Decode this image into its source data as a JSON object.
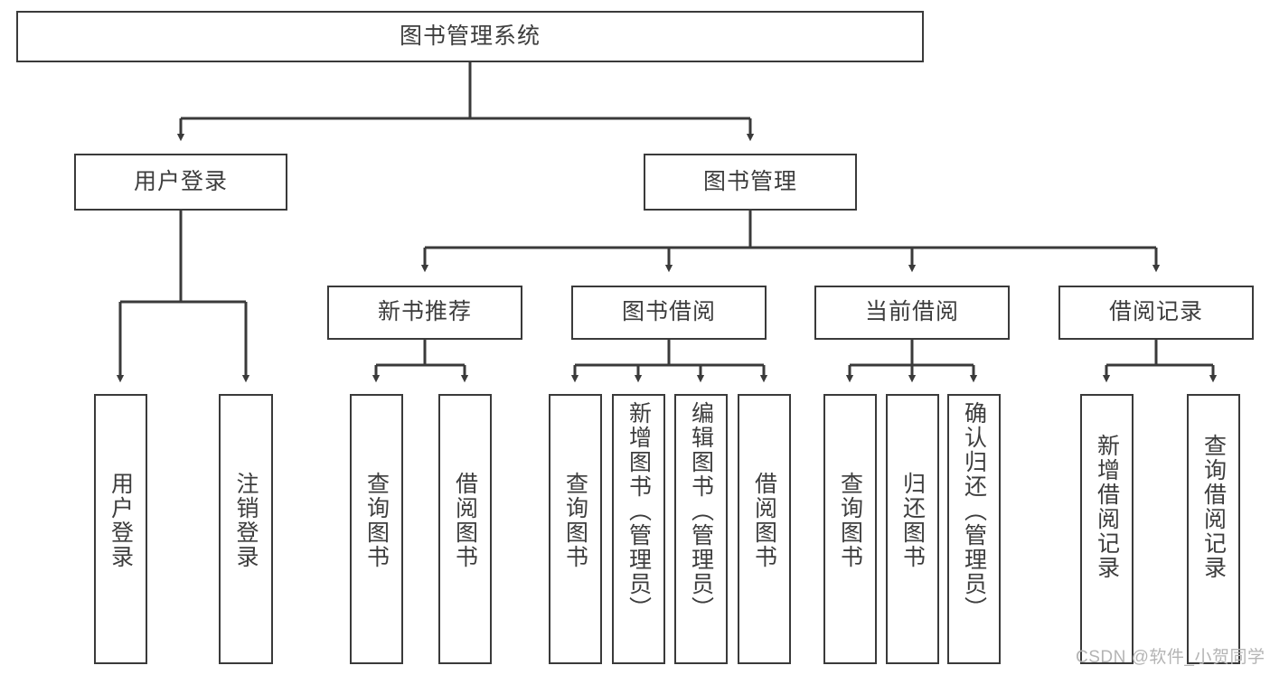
{
  "diagram": {
    "type": "hierarchy-tree",
    "title": "图书管理系统",
    "orientation": "top-down",
    "colors": {
      "box_border": "#3a3a3a",
      "box_fill": "#ffffff",
      "text": "#3d3d3d",
      "edge": "#3a3a3a",
      "watermark": "#b4b4b4",
      "background": "#ffffff"
    },
    "watermark": "CSDN @软件_小贺同学"
  },
  "nodes": {
    "root": {
      "label": "图书管理系统"
    },
    "level2": [
      {
        "id": "user-login",
        "label": "用户登录"
      },
      {
        "id": "book-manage",
        "label": "图书管理"
      }
    ],
    "level3": [
      {
        "id": "new-book-recommend",
        "label": "新书推荐"
      },
      {
        "id": "book-borrow",
        "label": "图书借阅"
      },
      {
        "id": "current-borrow",
        "label": "当前借阅"
      },
      {
        "id": "borrow-record",
        "label": "借阅记录"
      }
    ],
    "leaves": {
      "user-login": [
        {
          "id": "leaf-user-login",
          "label": "用户登录"
        },
        {
          "id": "leaf-logout-login",
          "label": "注销登录"
        }
      ],
      "new-book-recommend": [
        {
          "id": "leaf-query-book-1",
          "label": "查询图书"
        },
        {
          "id": "leaf-borrow-book-1",
          "label": "借阅图书"
        }
      ],
      "book-borrow": [
        {
          "id": "leaf-query-book-2",
          "label": "查询图书"
        },
        {
          "id": "leaf-add-book-admin",
          "label": "新增图书（管理员）"
        },
        {
          "id": "leaf-edit-book-admin",
          "label": "编辑图书（管理员）"
        },
        {
          "id": "leaf-borrow-book-2",
          "label": "借阅图书"
        }
      ],
      "current-borrow": [
        {
          "id": "leaf-query-book-3",
          "label": "查询图书"
        },
        {
          "id": "leaf-return-book",
          "label": "归还图书"
        },
        {
          "id": "leaf-confirm-return-admin",
          "label": "确认归还（管理员）"
        }
      ],
      "borrow-record": [
        {
          "id": "leaf-add-borrow-record",
          "label": "新增借阅记录"
        },
        {
          "id": "leaf-query-borrow-record",
          "label": "查询借阅记录"
        }
      ]
    }
  }
}
